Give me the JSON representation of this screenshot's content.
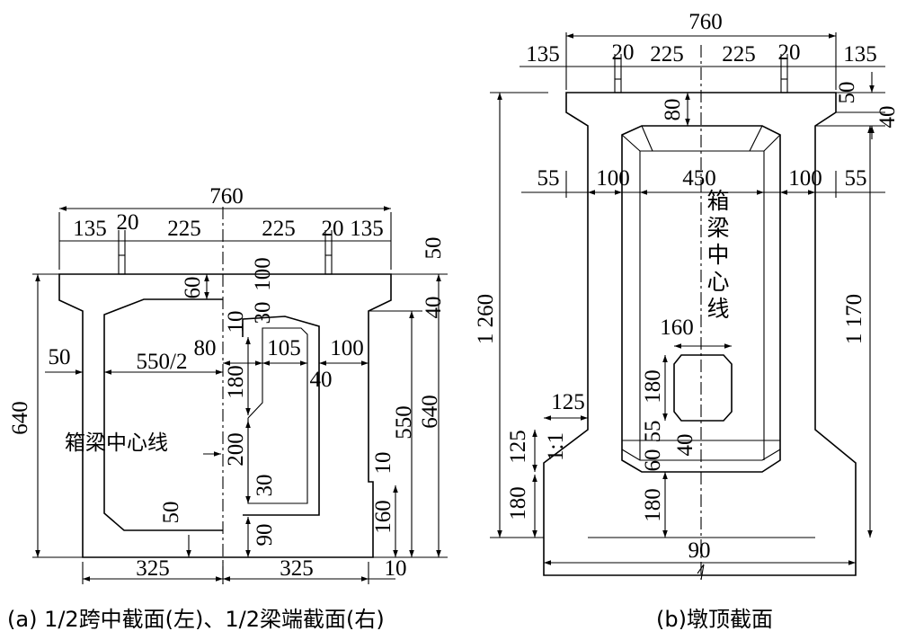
{
  "figure_a": {
    "caption": "(a) 1/2跨中截面(左)、1/2梁端截面(右)",
    "centerline_label": "箱梁中心线",
    "dims": {
      "top_width": "760",
      "flange_left": "135",
      "stud_left": "20",
      "half_left": "225",
      "half_right": "225",
      "stud_right": "20",
      "flange_right": "135",
      "height_left": "640",
      "web_left": "50",
      "inner_half": "550/2",
      "top_plate": "60",
      "deck_50": "50",
      "cant_40": "40",
      "deck_100": "100",
      "deck_30": "30",
      "haunch_10": "10",
      "haunch_80": "80",
      "haunch_105": "105",
      "web_100": "100",
      "web_40": "40",
      "inner_180": "180",
      "inner_200": "200",
      "inner_30": "30",
      "inner_90": "90",
      "height_550": "550",
      "height_right": "640",
      "bottom_10": "10",
      "bottom_160": "160",
      "bottom_50": "50",
      "base_left": "325",
      "base_right": "325",
      "base_10": "10"
    }
  },
  "figure_b": {
    "caption": "(b)墩顶截面",
    "centerline_label": "箱梁中心线",
    "dims": {
      "top_width": "760",
      "flange_left": "135",
      "stud_left": "20",
      "half_left": "225",
      "half_right": "225",
      "stud_right": "20",
      "flange_right": "135",
      "deck_50": "50",
      "deck_40": "40",
      "haunch_80": "80",
      "outer_55_left": "55",
      "web_100_left": "100",
      "inner_450": "450",
      "web_100_right": "100",
      "outer_55_right": "55",
      "total_height": "1 260",
      "right_height": "1 170",
      "hole_160": "160",
      "hole_180": "180",
      "dim_55": "55",
      "dim_40": "40",
      "dim_60": "60",
      "dim_180_inner": "180",
      "slope_125_h": "125",
      "slope_ratio": "1:1",
      "slope_125_v": "125",
      "slope_180": "180",
      "base_90": "90"
    }
  }
}
